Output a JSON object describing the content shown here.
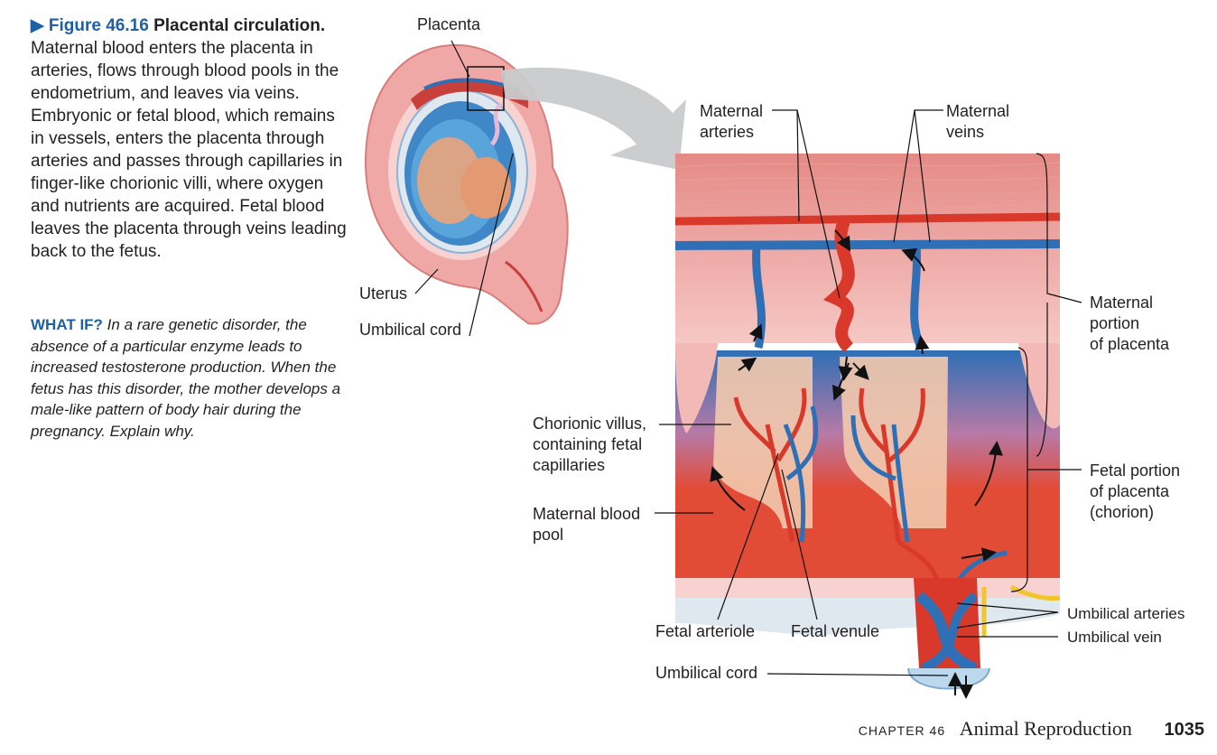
{
  "caption": {
    "figure_label": "▶ Figure 46.16",
    "title": "Placental circulation.",
    "text": "Maternal blood enters the placenta in arteries, flows through blood pools in the endometrium, and leaves via veins. Embryonic or fetal blood, which remains in vessels, enters the placenta through arteries and passes through capillaries in finger-like chorionic villi, where oxygen and nutrients are acquired. Fetal blood leaves the placenta through veins leading back to the fetus."
  },
  "what_if": {
    "label": "WHAT IF?",
    "text": "In a rare genetic disorder, the absence of a particular enzyme leads to increased testosterone production. When the fetus has this disorder, the mother develops a male-like pattern of body hair during the pregnancy. Explain why."
  },
  "labels": {
    "placenta": "Placenta",
    "uterus": "Uterus",
    "umbilical_cord_left": "Umbilical cord",
    "maternal_arteries": "Maternal\narteries",
    "maternal_veins": "Maternal\nveins",
    "maternal_portion": "Maternal\nportion\nof placenta",
    "chorionic_villus": "Chorionic villus,\ncontaining fetal\ncapillaries",
    "maternal_blood_pool": "Maternal blood\npool",
    "fetal_portion": "Fetal portion\nof placenta\n(chorion)",
    "umbilical_arteries": "Umbilical arteries",
    "umbilical_vein": "Umbilical vein",
    "fetal_arteriole": "Fetal arteriole",
    "fetal_venule": "Fetal venule",
    "umbilical_cord_bottom": "Umbilical cord"
  },
  "footer": {
    "chapter": "CHAPTER 46",
    "title": "Animal Reproduction",
    "page": "1035"
  },
  "colors": {
    "accent": "#1f5fa6",
    "artery_red": "#d9392b",
    "vein_blue": "#2f6fb5",
    "tissue_pink": "#f3b9b7",
    "pointer_gray": "#c9cacb"
  }
}
